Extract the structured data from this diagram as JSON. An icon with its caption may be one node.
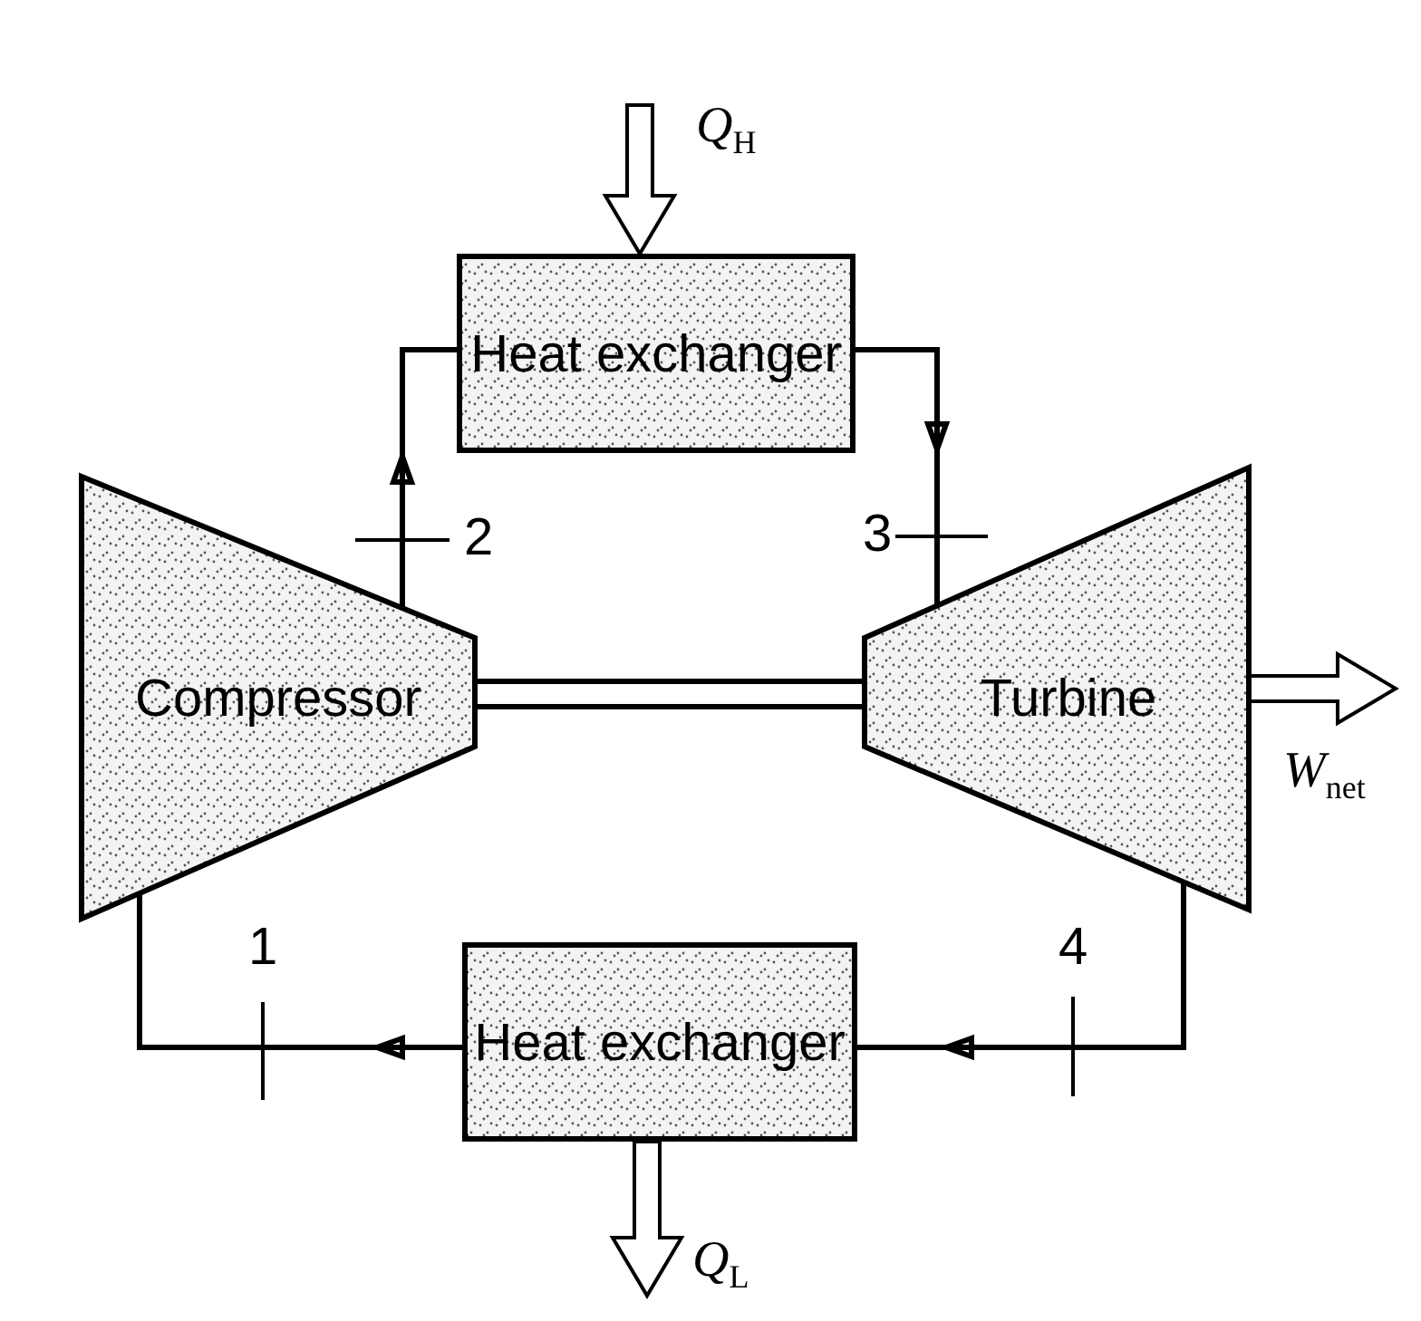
{
  "diagram": {
    "nodes": [
      {
        "text": [
          "Heat exchanger"
        ]
      },
      {
        "text": [
          "Compressor"
        ]
      },
      {
        "text": [
          "Turbine"
        ]
      },
      {
        "text": [
          "Heat exchanger"
        ]
      }
    ],
    "edges": [
      {
        "from": null,
        "to": 0,
        "arrow": "to",
        "style": "thick",
        "label": "*Q*$_{H}$"
      },
      {
        "from": 1,
        "to": 0,
        "arrow": "to"
      },
      {
        "from": 0,
        "to": 2,
        "arrow": "to"
      },
      {
        "from": 2,
        "to": 3,
        "arrow": "to"
      },
      {
        "from": 3,
        "to": 1,
        "arrow": "to"
      },
      {
        "from": 1,
        "to": 2,
        "arrow": "none",
        "style": "thick"
      },
      {
        "from": 2,
        "to": null,
        "arrow": "to",
        "style": "thick",
        "label": "*W*$_{net}$"
      },
      {
        "from": 3,
        "to": null,
        "arrow": "to",
        "style": "thick",
        "label": "*Q*$_{L}$"
      }
    ],
    "labels": [
      "2",
      "3",
      "1",
      "4"
    ]
  }
}
